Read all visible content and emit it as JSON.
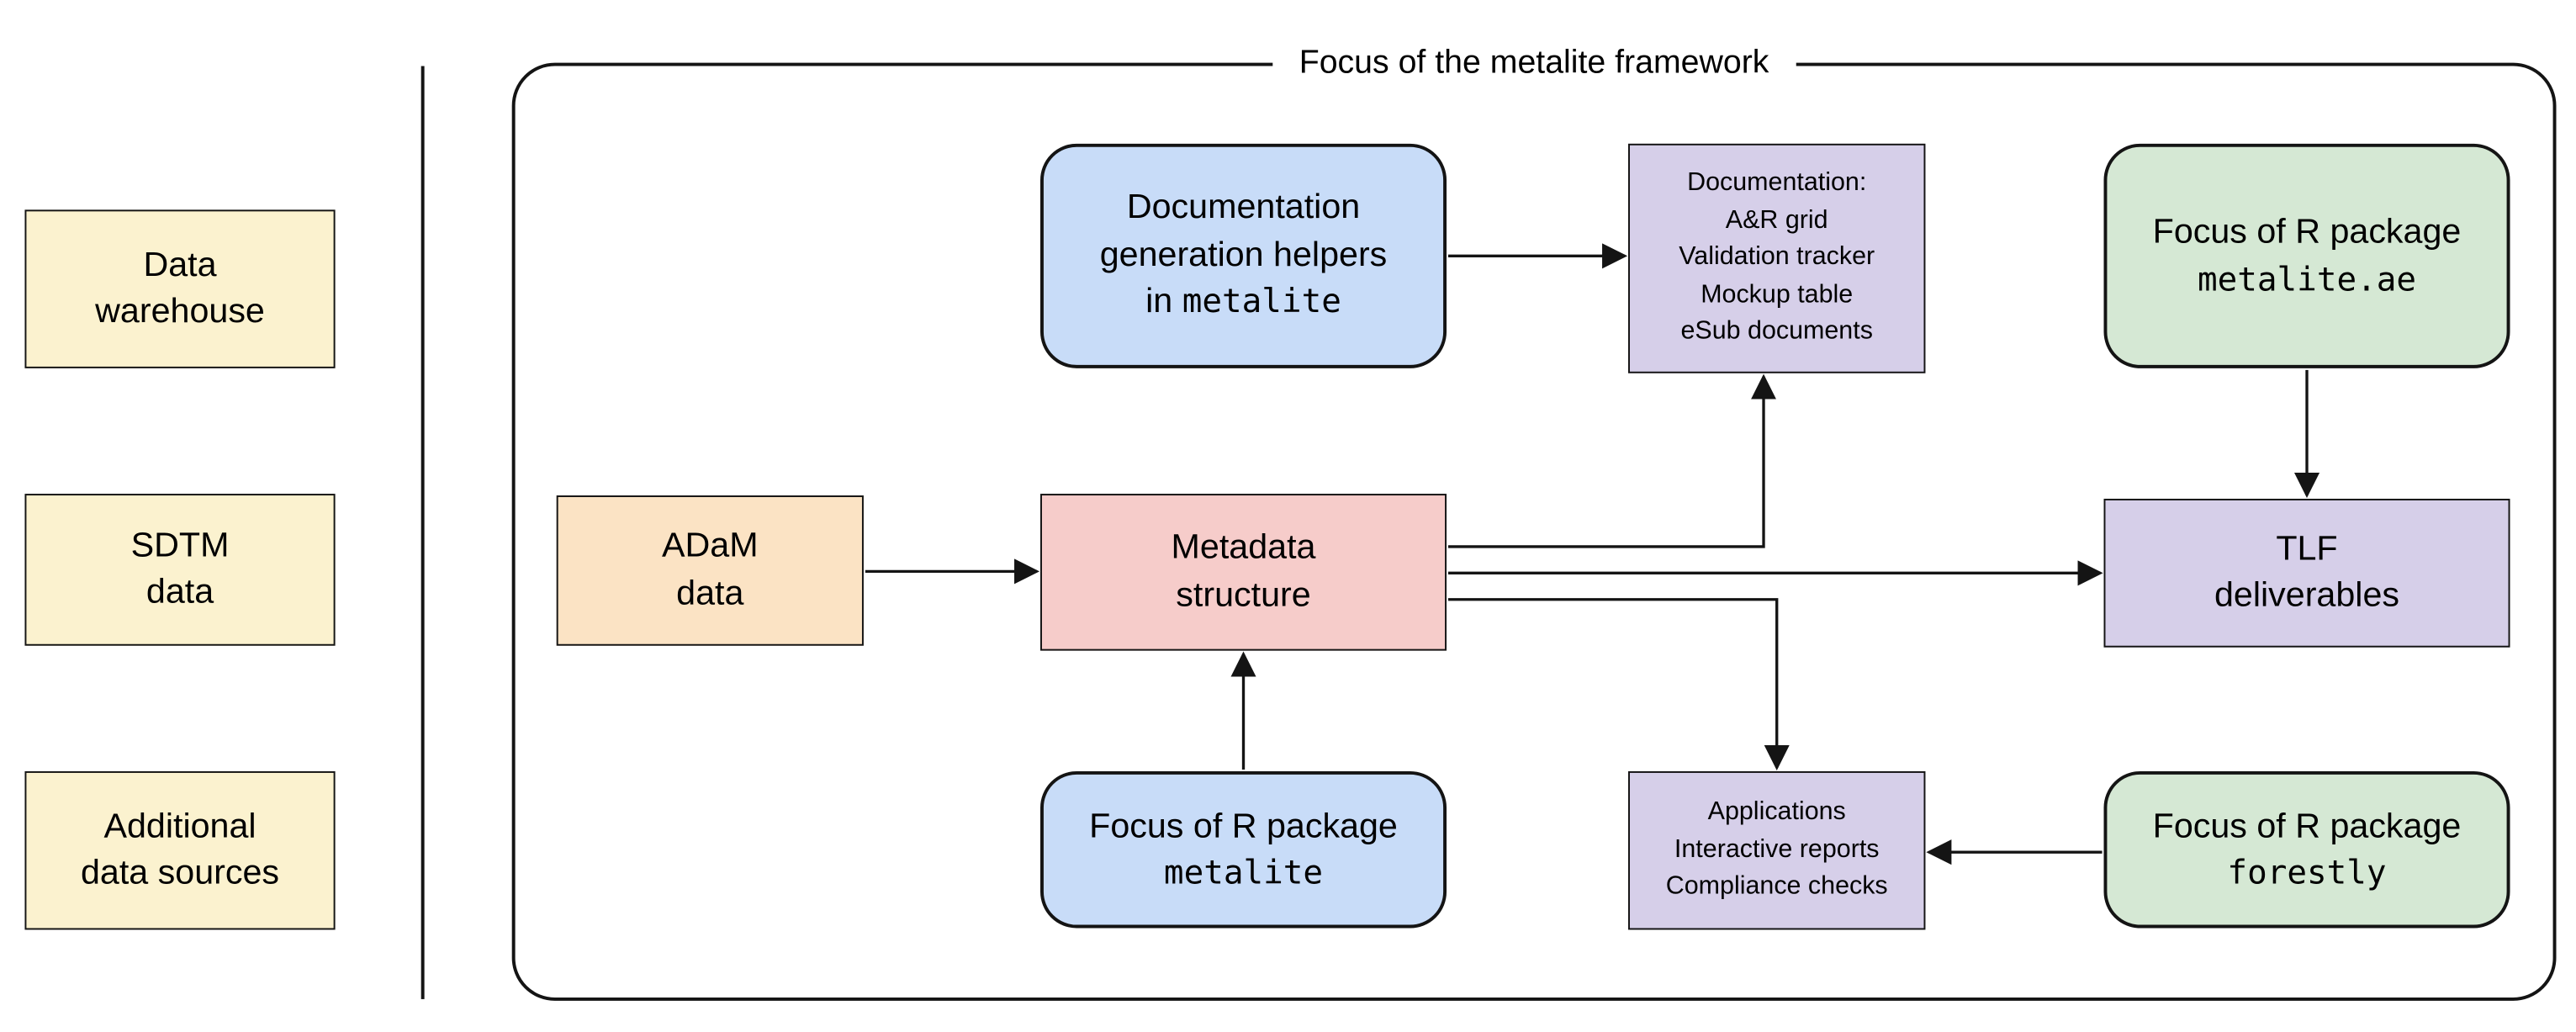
{
  "frame": {
    "title": "Focus of the metalite framework"
  },
  "left_column": {
    "data_warehouse": "Data\nwarehouse",
    "sdtm": "SDTM\ndata",
    "additional": "Additional\ndata sources"
  },
  "nodes": {
    "doc_helpers": {
      "line1": "Documentation",
      "line2": "generation helpers",
      "line3_prefix": "in ",
      "line3_code": "metalite"
    },
    "doc_outputs": "Documentation:\nA&R grid\nValidation tracker\nMockup table\neSub documents",
    "metalite_ae": {
      "text": "Focus of R package",
      "code": "metalite.ae"
    },
    "adam": "ADaM\ndata",
    "metadata": "Metadata\nstructure",
    "tlf": "TLF\ndeliverables",
    "metalite_pkg": {
      "text": "Focus of R package",
      "code": "metalite"
    },
    "applications": "Applications\nInteractive reports\nCompliance checks",
    "forestly": {
      "text": "Focus of R package",
      "code": "forestly"
    }
  },
  "colors": {
    "yellow": "#FBF2CF",
    "blue": "#C8DCF8",
    "purple": "#D6CFE9",
    "green": "#D5E8D4",
    "orange": "#FBE3C4",
    "pink": "#F6CCCA",
    "line": "#141414"
  }
}
